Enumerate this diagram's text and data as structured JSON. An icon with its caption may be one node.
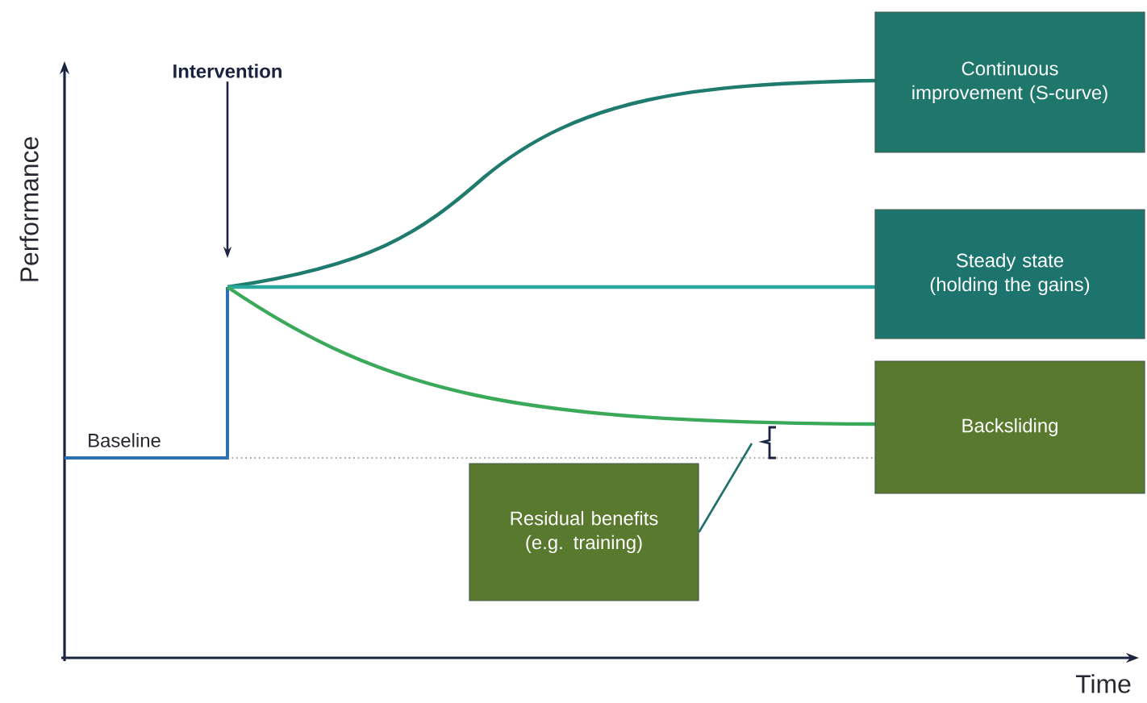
{
  "diagram": {
    "nodes": [
      {
        "text": [
          "Continuous improvement (S-curve)"
        ]
      },
      {
        "text": [
          "Steady state (holding the gains)"
        ]
      },
      {
        "text": [
          "Backsliding"
        ]
      },
      {
        "text": [
          "Residual benefits (e.g. training)"
        ]
      },
      {
        "text": [
          "Intervention"
        ]
      }
    ],
    "edges": [
      {
        "from": 4,
        "to": null,
        "arrow": "to",
        "color": "#1a2440"
      },
      {
        "from": 3,
        "to": null,
        "arrow": "none",
        "color": "#1f6f6a"
      }
    ],
    "labels": [
      "Performance",
      "Baseline",
      "Time"
    ]
  }
}
